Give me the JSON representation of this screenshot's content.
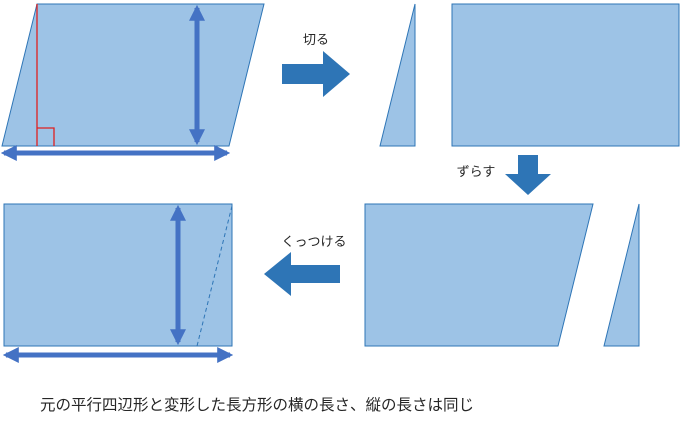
{
  "labels": {
    "cut": "切る",
    "shift": "ずらす",
    "join": "くっつける"
  },
  "caption": "元の平行四辺形と変形した長方形の横の長さ、縦の長さは同じ",
  "colors": {
    "shape_fill": "#9DC3E6",
    "shape_stroke": "#2E75B6",
    "arrow_fill": "#2E75B6",
    "dimension": "#4472C4",
    "height_line": "#E02020"
  }
}
